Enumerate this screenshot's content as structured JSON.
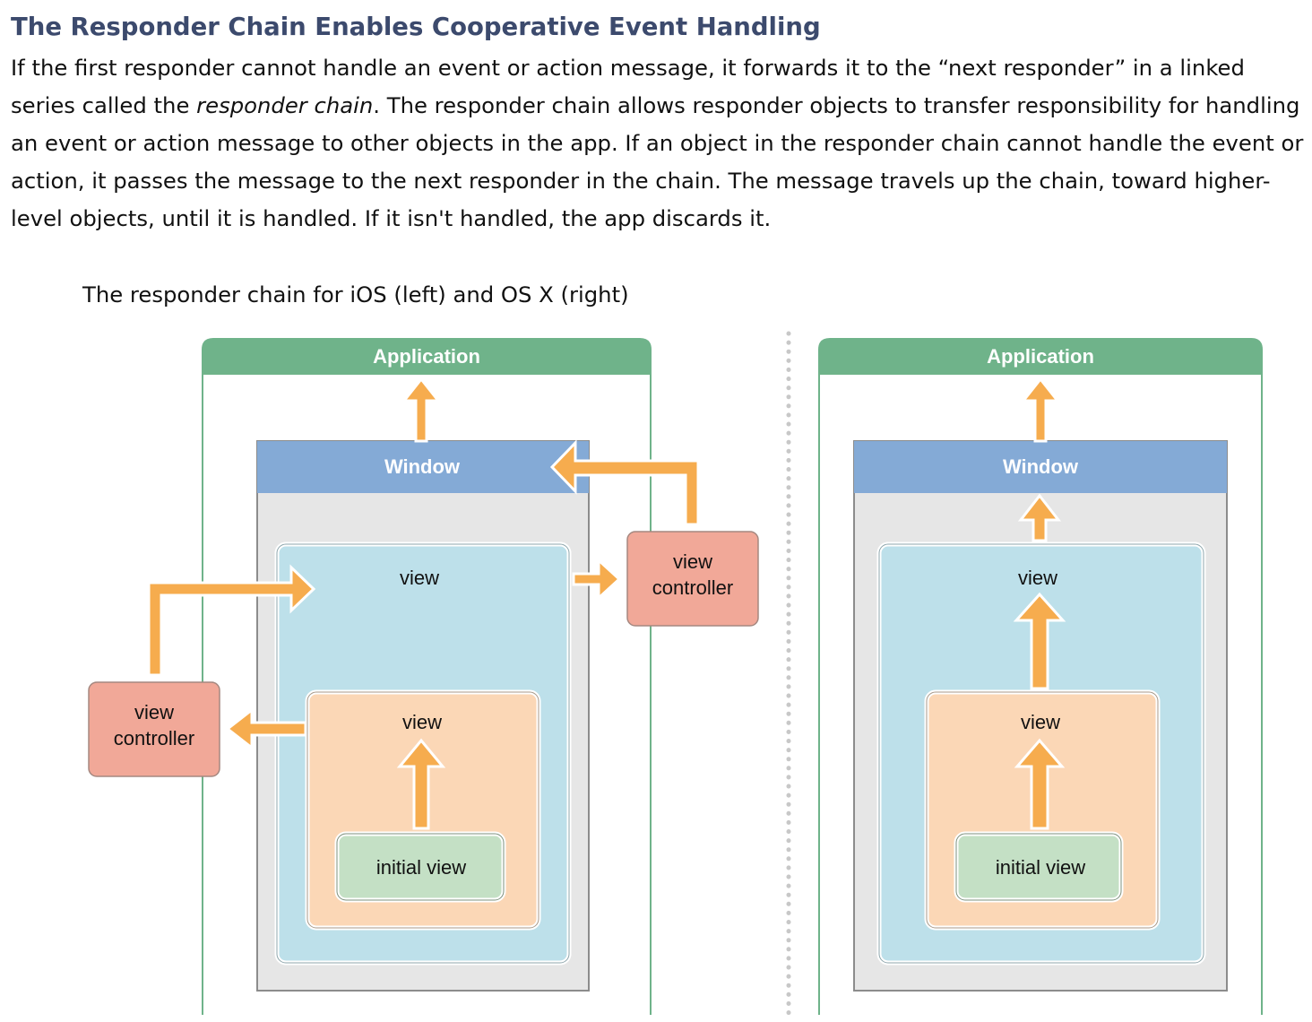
{
  "heading": "The Responder Chain Enables Cooperative Event Handling",
  "paragraph": {
    "before_em": "If the first responder cannot handle an event or action message, it forwards it to the “next responder” in a linked series called the ",
    "em": "responder chain",
    "after_em": ". The responder chain allows responder objects to transfer responsibility for handling an event or action message to other objects in the app. If an object in the responder chain cannot handle the event or action, it passes the message to the next responder in the chain. The message travels up the chain, toward higher-level objects, until it is handled. If it isn't handled, the app discards it."
  },
  "figure": {
    "caption": "The responder chain for iOS (left) and OS X (right)",
    "colors": {
      "application": "#6fb38a",
      "window": "#84aad6",
      "window_body": "#e6e6e6",
      "view_outer": "#bde0ea",
      "view_inner": "#fbd7b6",
      "initial_view": "#c4e0c5",
      "view_controller": "#f1a898",
      "arrow": "#f6ac4e",
      "divider": "#c8c8c8"
    },
    "ios": {
      "application": "Application",
      "window": "Window",
      "outer_view": "view",
      "inner_view": "view",
      "initial_view": "initial view",
      "vc_top": [
        "view",
        "controller"
      ],
      "vc_left": [
        "view",
        "controller"
      ]
    },
    "osx": {
      "application": "Application",
      "window": "Window",
      "outer_view": "view",
      "inner_view": "view",
      "initial_view": "initial view"
    }
  }
}
